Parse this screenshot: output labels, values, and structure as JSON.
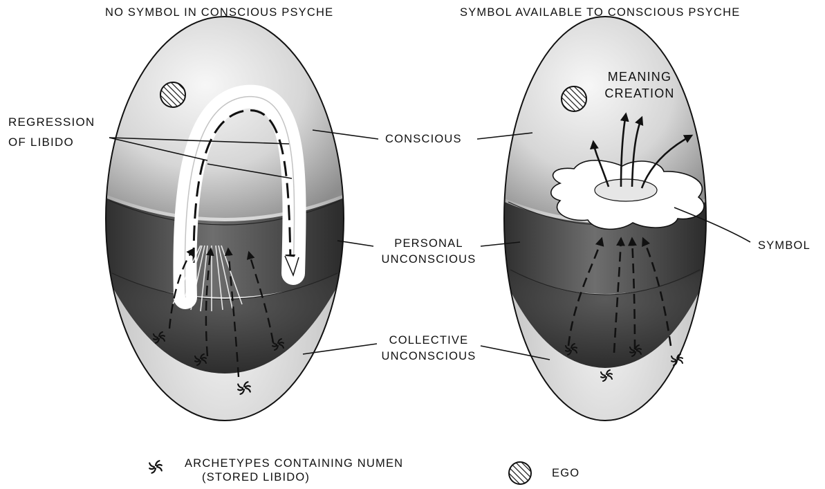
{
  "left_panel": {
    "heading": "NO SYMBOL IN CONSCIOUS PSYCHE"
  },
  "right_panel": {
    "heading": "SYMBOL AVAILABLE TO CONSCIOUS PSYCHE",
    "meaning_line1": "MEANING",
    "meaning_line2": "CREATION"
  },
  "labels": {
    "regression_line1": "REGRESSION",
    "regression_line2": "OF LIBIDO",
    "conscious": "CONSCIOUS",
    "personal_line1": "PERSONAL",
    "personal_line2": "UNCONSCIOUS",
    "collective_line1": "COLLECTIVE",
    "collective_line2": "UNCONSCIOUS",
    "symbol": "SYMBOL"
  },
  "legend": {
    "archetypes_line1": "ARCHETYPES CONTAINING NUMEN",
    "archetypes_line2": "(STORED LIBIDO)",
    "archetypes_icon": "pinwheel-icon",
    "ego": "EGO",
    "ego_icon": "hatched-circle-icon"
  },
  "colors": {
    "conscious_layer": "#d9d9d9",
    "personal_layer": "#5a5a5a",
    "collective_layer": "#c6c6c6",
    "collective_basin": "#3e3e3e",
    "ink": "#111111"
  }
}
